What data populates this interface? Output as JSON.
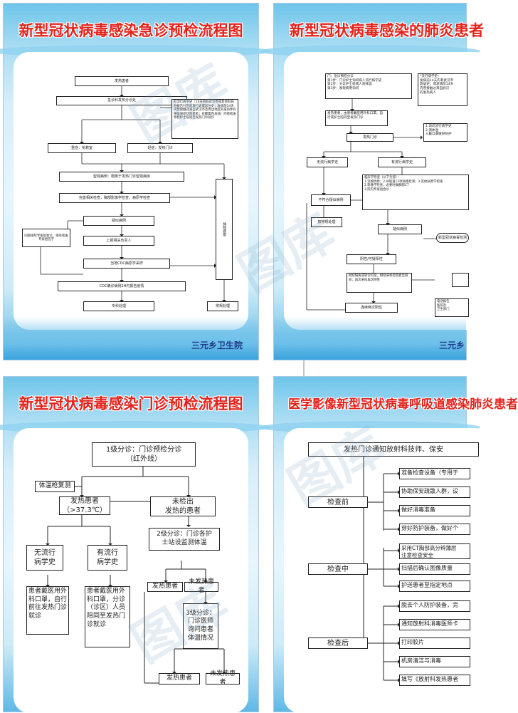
{
  "board1": {
    "title": "新型冠状病毒感染急诊预检流程图",
    "footer": "三元乡卫生院",
    "boxes": {
      "b1": "发热患者",
      "b2": "急诊科发热分诊处",
      "b3": "有流行病学史（14天内有武汉市或其他有病例报告社区的旅行史或居住史；发病前14天内曾接触过来自武汉市及周边地区的发热伴有呼吸道症状的患者；有聚集性发病）的患者由预检护士陪同至发热门诊就诊",
      "b4": "重症：抢救室",
      "b5": "轻症：发热门诊",
      "b6": "留观病例：隔离于发热门诊留观病房",
      "b7": "完善相关检查，胸部影像学检查，病原学检查",
      "b8": "疑似病例",
      "b9": "上报相关负责人",
      "b10": "当地CDC病原学采样",
      "b11": "CDC确诊病例2H内报告疫情",
      "b12": "专科处理",
      "b13": "同级组织专家组会诊，排除者由专家组签字",
      "b14": "排除病例",
      "b15": "常规处理"
    }
  },
  "board2": {
    "title": "新型冠状病毒感染的肺炎患者",
    "footer": "三元乡",
    "boxes": {
      "c1": "门：急诊预检分诊\n第1步：门诊护士询问病人流行病学史\n第2步：分诊护士给病人测体温\n第3步：发现病例询问",
      "c2": "*流行病学史：\n发病前14天内有武汉市\n旅居史；或发病前14天\n内曾接触过来自武汉\n的发热病人",
      "c3": "发热门诊",
      "c4": "1.询问流行病学史\n2.测体温\n3.戴口罩做好防护",
      "c5": "无流行病学史",
      "c6": "有流行病学史",
      "c7": "临床学检查（以下全部）：\n1.流感抗原；2.呼吸道13项病毒检测；3.其他病原学检查\n2.影像学检查，必要时做胸部CT\n3.院内专家组会诊",
      "c8": "不符合疑似病例",
      "c9": "疑似病例",
      "c10": "新型冠状病毒检测",
      "c11": "按常规处理",
      "c12": "阴性/可疑阳性",
      "c13": "继续隔离或转诊科室，继续采样检测直至排除；再次采样再次阴性",
      "c14": "连续两次阴性",
      "c15": "电话报告\n医院及\n卫生部门"
    }
  },
  "board3": {
    "title": "新型冠状病毒感染门诊预检流程图",
    "boxes": {
      "d1": "1级分诊：门诊预检分诊\n（红外线）",
      "d2": "体温枪复测",
      "d3": "发热患者\n（>37.3℃）",
      "d4": "未检出\n发热的患者",
      "d5": "2级分诊：门诊各护\n士站设监测体温",
      "d6": "无流行\n病学史",
      "d7": "有流行\n病学史",
      "d8": "发热患者",
      "d9": "未发热患者",
      "d10": "3级分诊：\n门诊医师\n询问患者\n体温情况",
      "d11": "患者戴医用外科口罩，自行前往发热门诊就诊",
      "d12": "患者戴医用外科口罩，分诊（诊区）人员陪同至发热门诊就诊",
      "d13": "发热患者",
      "d14": "未发热患者"
    }
  },
  "board4": {
    "title": "医学影像新型冠状病毒呼吸道感染肺炎患者",
    "boxes": {
      "e1": "发热门诊通知放射科技师、保安",
      "e2": "检查前",
      "e3": "检查中",
      "e4": "检查后",
      "e5": "准备检查设备（专用于",
      "e6": "协助保安疏散人群，设",
      "e7": "做好消毒准备",
      "e8": "穿好防护装备，做好个",
      "e9": "采用CT胸部高分辨薄层\n注意检查安全",
      "e10": "扫描后确认图像质量",
      "e11": "护送患者至指定地点",
      "e12": "脱去个人防护装备，完",
      "e13": "通知放射科消毒医师卡",
      "e14": "打印胶片",
      "e15": "机房清洁与消毒",
      "e16": "填写《放射科发热患者"
    }
  },
  "watermarks": [
    "图库",
    "图库",
    "图库",
    "图库"
  ]
}
